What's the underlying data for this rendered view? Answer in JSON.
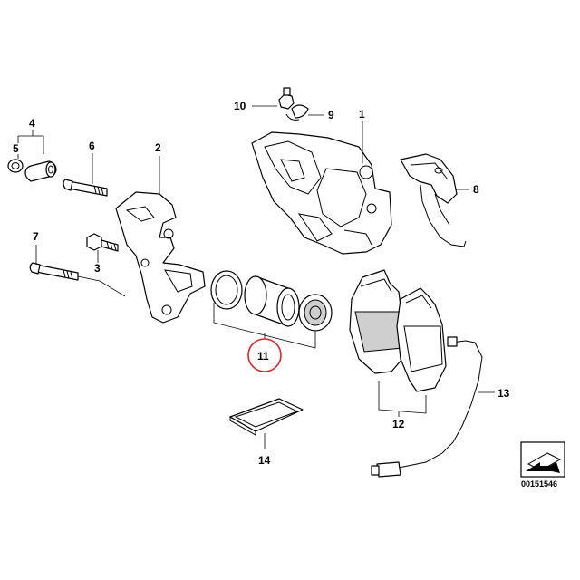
{
  "callouts": {
    "c1": "1",
    "c2": "2",
    "c3": "3",
    "c4": "4",
    "c5": "5",
    "c6": "6",
    "c7": "7",
    "c8": "8",
    "c9": "9",
    "c10": "10",
    "c11": "11",
    "c12": "12",
    "c13": "13",
    "c14": "14"
  },
  "reference_number": "00151546",
  "highlight": {
    "callout": "11",
    "color": "#d62828"
  },
  "icons": {
    "corner": "arrow-page-icon"
  }
}
